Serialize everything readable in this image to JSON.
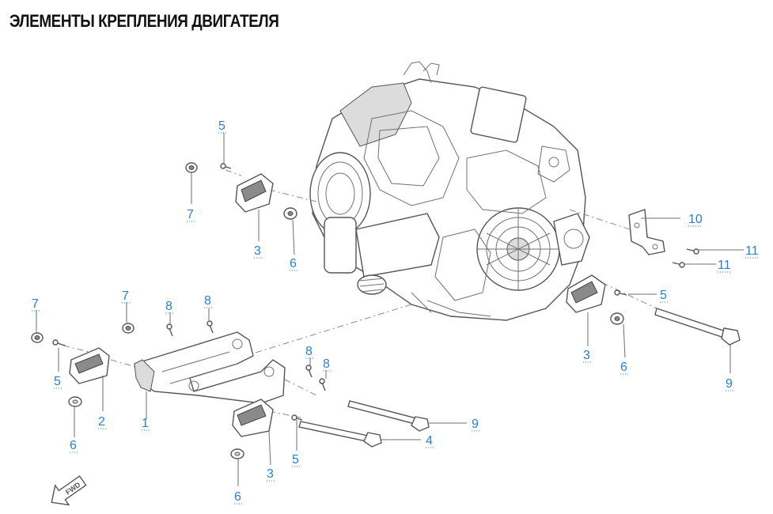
{
  "title": "ЭЛЕМЕНТЫ КРЕПЛЕНИЯ ДВИГАТЕЛЯ",
  "fwd_label": "FWD",
  "colors": {
    "callout": "#2a7fd0",
    "line": "#6f6f6f"
  },
  "callouts": {
    "c1": "1",
    "c2": "2",
    "c3a": "3",
    "c3b": "3",
    "c3c": "3",
    "c4": "4",
    "c5a": "5",
    "c5b": "5",
    "c5c": "5",
    "c5d": "5",
    "c6a": "6",
    "c6b": "6",
    "c6c": "6",
    "c6d": "6",
    "c7a": "7",
    "c7b": "7",
    "c7c": "7",
    "c8a": "8",
    "c8b": "8",
    "c8c": "8",
    "c8d": "8",
    "c9a": "9",
    "c9b": "9",
    "c10": "10",
    "c11a": "11",
    "c11b": "11"
  }
}
